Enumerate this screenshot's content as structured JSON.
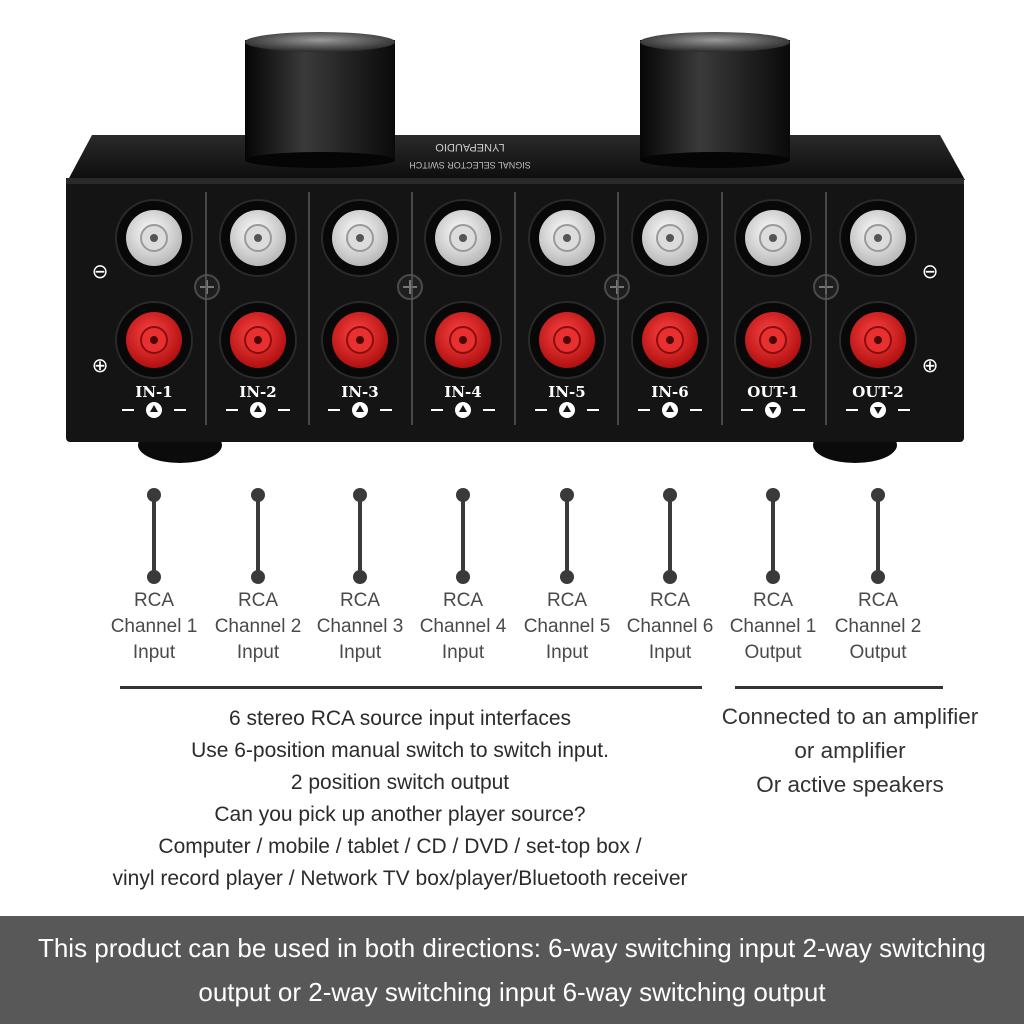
{
  "device": {
    "brand_mark": "LYNEPAUDIO",
    "top_caption": "SIGNAL SELECTOR SWITCH",
    "ports": [
      {
        "label": "IN-1",
        "kind": "input"
      },
      {
        "label": "IN-2",
        "kind": "input"
      },
      {
        "label": "IN-3",
        "kind": "input"
      },
      {
        "label": "IN-4",
        "kind": "input"
      },
      {
        "label": "IN-5",
        "kind": "input"
      },
      {
        "label": "IN-6",
        "kind": "input"
      },
      {
        "label": "OUT-1",
        "kind": "output"
      },
      {
        "label": "OUT-2",
        "kind": "output"
      }
    ],
    "polarity_minus": "⊖",
    "polarity_plus": "⊕",
    "colors": {
      "body": "#141414",
      "white_jack": "#e8e8e8",
      "red_jack": "#d41f1f",
      "text": "#ffffff"
    }
  },
  "callouts": [
    {
      "line1": "RCA",
      "line2": "Channel 1",
      "line3": "Input"
    },
    {
      "line1": "RCA",
      "line2": "Channel 2",
      "line3": "Input"
    },
    {
      "line1": "RCA",
      "line2": "Channel 3",
      "line3": "Input"
    },
    {
      "line1": "RCA",
      "line2": "Channel 4",
      "line3": "Input"
    },
    {
      "line1": "RCA",
      "line2": "Channel 5",
      "line3": "Input"
    },
    {
      "line1": "RCA",
      "line2": "Channel 6",
      "line3": "Input"
    },
    {
      "line1": "RCA",
      "line2": "Channel 1",
      "line3": "Output"
    },
    {
      "line1": "RCA",
      "line2": "Channel 2",
      "line3": "Output"
    }
  ],
  "input_description": [
    "6 stereo RCA source input interfaces",
    "Use 6-position manual switch to switch input.",
    "2 position switch output",
    "Can you pick up another player source?",
    "Computer / mobile / tablet / CD / DVD / set-top box /",
    "vinyl record player / Network TV box/player/Bluetooth receiver"
  ],
  "output_description": [
    "Connected to an amplifier",
    "or amplifier",
    "Or active speakers"
  ],
  "footer": {
    "line1": "This product can be used in both directions: 6-way switching input 2-way switching",
    "line2": "output or 2-way switching input 6-way switching output",
    "background": "#585858"
  }
}
